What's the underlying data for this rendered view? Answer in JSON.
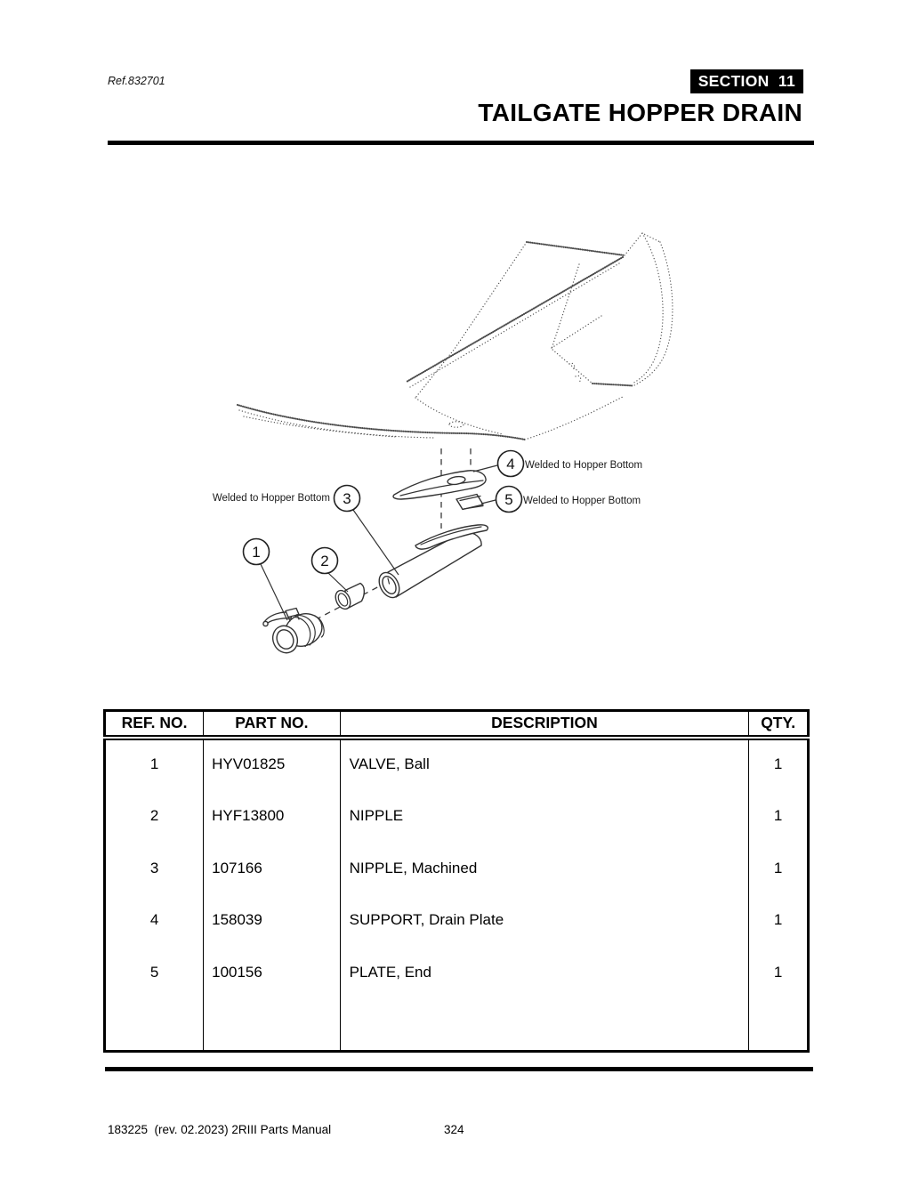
{
  "header": {
    "ref_label": "Ref.832701",
    "section_badge": "SECTION  11",
    "title": "TAILGATE HOPPER DRAIN"
  },
  "diagram": {
    "callouts": [
      "1",
      "2",
      "3",
      "4",
      "5"
    ],
    "welded_notes": [
      "Welded to Hopper Bottom",
      "Welded to Hopper Bottom",
      "Welded to Hopper Bottom"
    ]
  },
  "table": {
    "headers": [
      "REF. NO.",
      "PART NO.",
      "DESCRIPTION",
      "QTY."
    ],
    "rows": [
      {
        "ref_no": "1",
        "part_no": "HYV01825",
        "description": "VALVE, Ball",
        "qty": "1"
      },
      {
        "ref_no": "2",
        "part_no": "HYF13800",
        "description": "NIPPLE",
        "qty": "1"
      },
      {
        "ref_no": "3",
        "part_no": "107166",
        "description": "NIPPLE, Machined",
        "qty": "1"
      },
      {
        "ref_no": "4",
        "part_no": "158039",
        "description": "SUPPORT, Drain Plate",
        "qty": "1"
      },
      {
        "ref_no": "5",
        "part_no": "100156",
        "description": "PLATE, End",
        "qty": "1"
      }
    ]
  },
  "footer": {
    "left_text": "183225  (rev. 02.2023) 2RIII Parts Manual",
    "page_number": "324"
  }
}
